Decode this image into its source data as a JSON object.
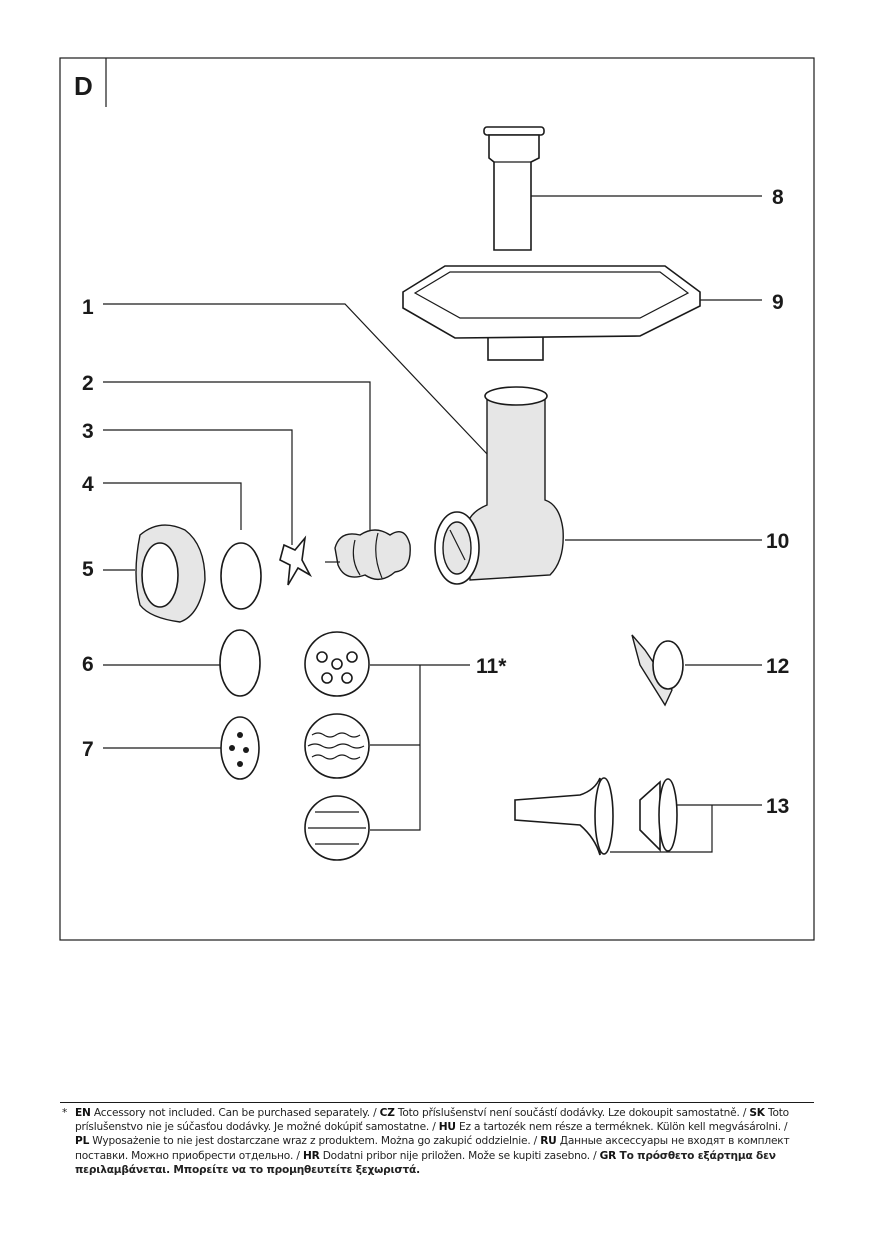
{
  "section_letter": "D",
  "labels": {
    "l1": "1",
    "l2": "2",
    "l3": "3",
    "l4": "4",
    "l5": "5",
    "l6": "6",
    "l7": "7",
    "l8": "8",
    "l9": "9",
    "l10": "10",
    "l11": "11*",
    "l12": "12",
    "l13": "13"
  },
  "footnote": {
    "star": "*",
    "en_code": "EN",
    "en": " Accessory not included. Can be purchased separately. / ",
    "cz_code": "CZ",
    "cz": " Toto příslušenství není součástí dodávky. Lze dokoupit samostatně. / ",
    "sk_code": "SK",
    "sk_a": " Toto",
    "sk_b": "príslušenstvo nie je súčasťou dodávky. Je možné dokúpiť samostatne. / ",
    "hu_code": "HU",
    "hu": " Ez a tartozék nem része a terméknek. Külön kell megvásárolni. /",
    "pl_code": "PL",
    "pl": " Wyposażenie to nie jest dostarczane wraz z produktem. Można go zakupić oddzielnie. / ",
    "ru_code": "RU",
    "ru_a": " Данные аксессуары не входят в комплект",
    "ru_b": "поставки. Можно приобрести отдельно. / ",
    "hr_code": "HR",
    "hr": " Dodatni pribor nije priložen. Može se kupiti zasebno. / ",
    "gr_code": "GR",
    "gr_a": " Το πρόσθετο εξάρτημα δεν",
    "gr_b": "περιλαμβάνεται. Μπορείτε να το προμηθευτείτε ξεχωριστά."
  }
}
